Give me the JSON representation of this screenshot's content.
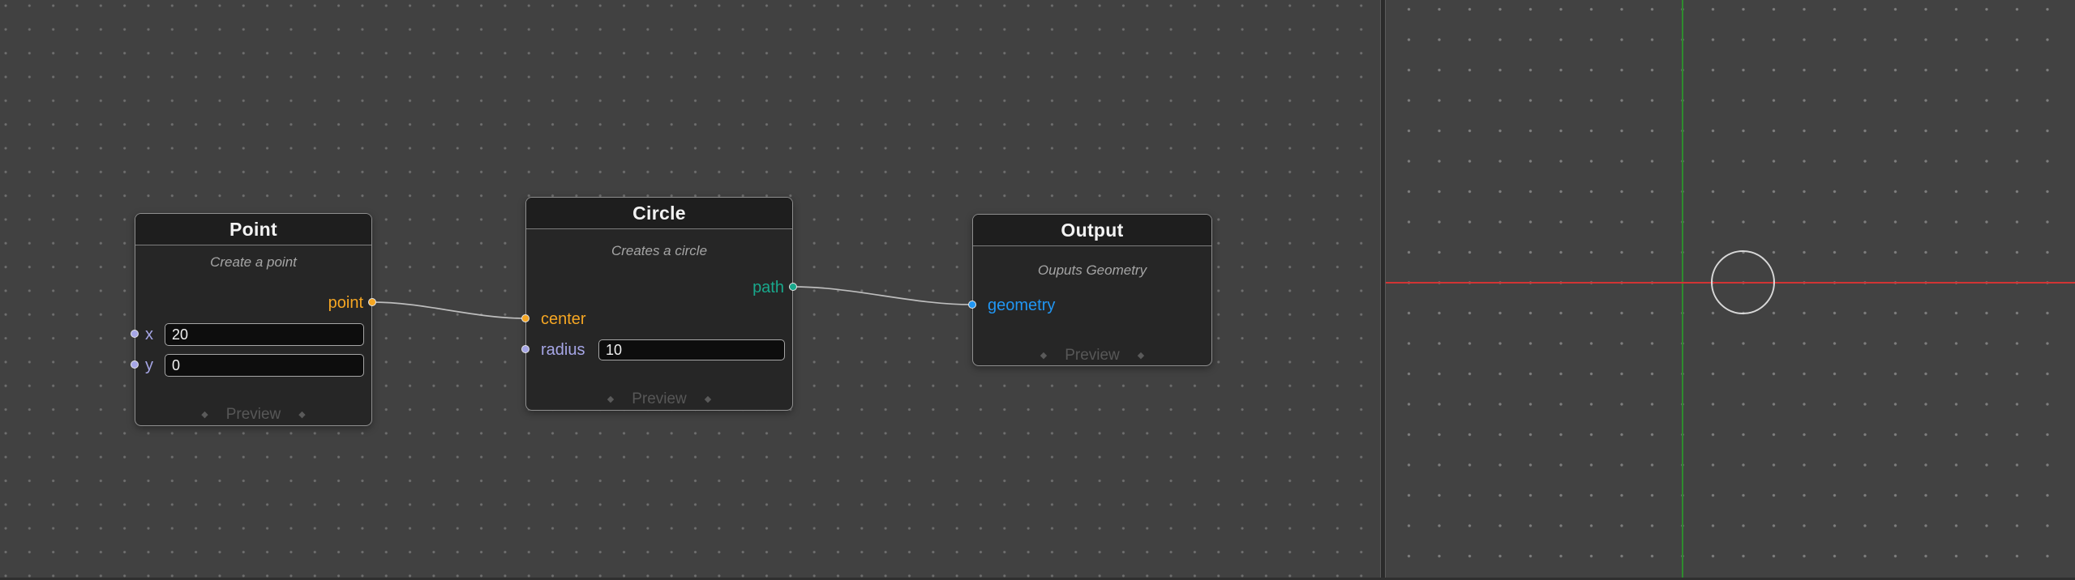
{
  "nodes": [
    {
      "title": "Point",
      "subtitle": "Create a point",
      "preview": "Preview",
      "outputs": [
        {
          "name": "point",
          "color": "#f5a623"
        }
      ],
      "inputs": [
        {
          "name": "x",
          "color": "#a6a6e6",
          "value": "20"
        },
        {
          "name": "y",
          "color": "#a6a6e6",
          "value": "0"
        }
      ]
    },
    {
      "title": "Circle",
      "subtitle": "Creates a circle",
      "preview": "Preview",
      "outputs": [
        {
          "name": "path",
          "color": "#19a88c"
        }
      ],
      "inputs": [
        {
          "name": "center",
          "color": "#f5a623",
          "connected": true
        },
        {
          "name": "radius",
          "color": "#a6a6e6",
          "value": "10"
        }
      ]
    },
    {
      "title": "Output",
      "subtitle": "Ouputs Geometry",
      "preview": "Preview",
      "outputs": [],
      "inputs": [
        {
          "name": "geometry",
          "color": "#2196f3",
          "connected": true
        }
      ]
    }
  ],
  "icons": {
    "preview_diamond": "◆"
  },
  "colors": {
    "wire": "#bdbdbd",
    "axis_horizontal_red": "#d23434",
    "axis_vertical_green": "#2e8b2e",
    "viewport_shape_stroke": "#d8d8d8"
  },
  "viewport": {
    "shape": "circle-outline"
  }
}
